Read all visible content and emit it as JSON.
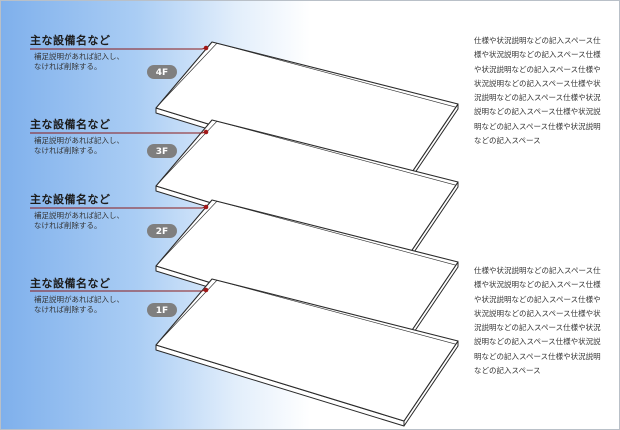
{
  "floors": [
    {
      "label": "4F",
      "title": "主な設備名など",
      "subtitle": "補足説明があれば記入し、\nなければ削除する。"
    },
    {
      "label": "3F",
      "title": "主な設備名など",
      "subtitle": "補足説明があれば記入し、\nなければ削除する。"
    },
    {
      "label": "2F",
      "title": "主な設備名など",
      "subtitle": "補足説明があれば記入し、\nなければ削除する。"
    },
    {
      "label": "1F",
      "title": "主な設備名など",
      "subtitle": "補足説明があれば記入し、\nなければ削除する。"
    }
  ],
  "descriptions": [
    "仕様や状況説明などの記入スペース仕様や状況説明などの記入スペース仕様や状況説明などの記入スペース仕様や状況説明などの記入スペース仕様や状況説明などの記入スペース仕様や状況説明などの記入スペース仕様や状況説明などの記入スペース仕様や状況説明などの記入スペース",
    "仕様や状況説明などの記入スペース仕様や状況説明などの記入スペース仕様や状況説明などの記入スペース仕様や状況説明などの記入スペース仕様や状況説明などの記入スペース仕様や状況説明などの記入スペース仕様や状況説明などの記入スペース仕様や状況説明などの記入スペース"
  ],
  "colors": {
    "leader_line": "#8b1a1a",
    "leader_dot": "#a01818",
    "badge": "#7f7f7f",
    "plate_stroke": "#2a2a2a"
  }
}
